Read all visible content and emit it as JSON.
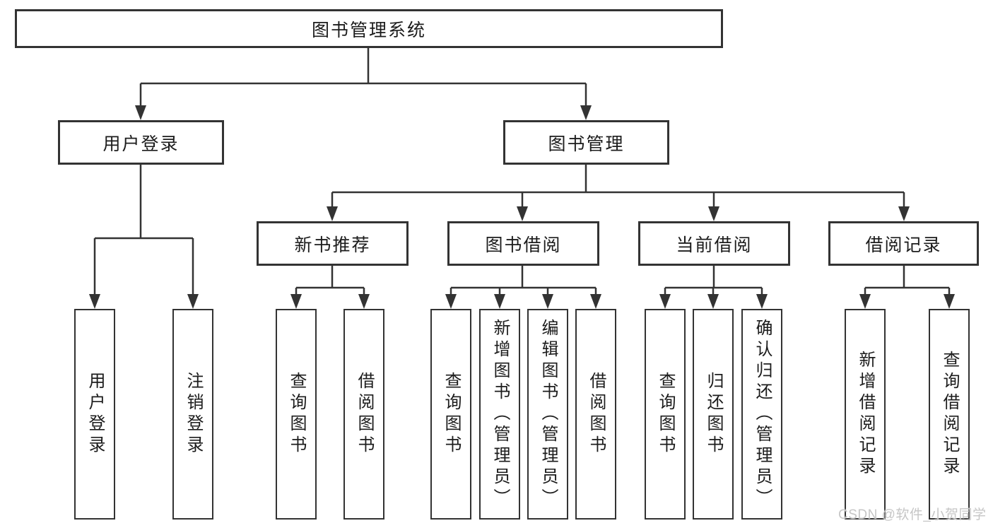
{
  "diagram": {
    "root": {
      "label": "图书管理系统"
    },
    "level2": [
      {
        "id": "user-login",
        "label": "用户登录"
      },
      {
        "id": "book-management",
        "label": "图书管理"
      }
    ],
    "level3": [
      {
        "id": "new-book-recommend",
        "label": "新书推荐"
      },
      {
        "id": "book-borrow",
        "label": "图书借阅"
      },
      {
        "id": "current-borrow",
        "label": "当前借阅"
      },
      {
        "id": "borrow-record",
        "label": "借阅记录"
      }
    ],
    "leaves": {
      "user_login": [
        {
          "label": "用户登录"
        },
        {
          "label": "注销登录"
        }
      ],
      "new_book_recommend": [
        {
          "label": "查询图书"
        },
        {
          "label": "借阅图书"
        }
      ],
      "book_borrow": [
        {
          "label": "查询图书"
        },
        {
          "label": "新增图书（管理员）"
        },
        {
          "label": "编辑图书（管理员）"
        },
        {
          "label": "借阅图书"
        }
      ],
      "current_borrow": [
        {
          "label": "查询图书"
        },
        {
          "label": "归还图书"
        },
        {
          "label": "确认归还（管理员）"
        }
      ],
      "borrow_record": [
        {
          "label": "新增借阅记录"
        },
        {
          "label": "查询借阅记录"
        }
      ]
    }
  },
  "watermark": {
    "text": "CSDN @软件_小贺同学"
  },
  "colors": {
    "line": "#333333",
    "text": "#1c1c1c",
    "watermark": "#c6c6c6",
    "background": "#ffffff"
  }
}
